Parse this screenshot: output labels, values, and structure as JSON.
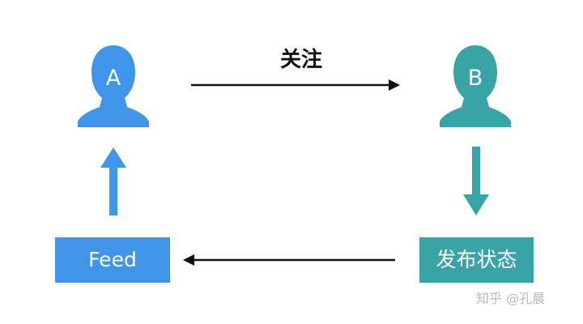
{
  "diagram": {
    "users": [
      {
        "label": "A",
        "color": "#3f95e9"
      },
      {
        "label": "B",
        "color": "#3aa3a6"
      }
    ],
    "edge_follow_label": "关注",
    "boxes": {
      "feed": "Feed",
      "publish": "发布状态"
    },
    "watermark": "知乎 @孔晨"
  },
  "colors": {
    "blue": "#3f95e9",
    "teal": "#3aa3a6",
    "arrow_dark": "#111111"
  }
}
